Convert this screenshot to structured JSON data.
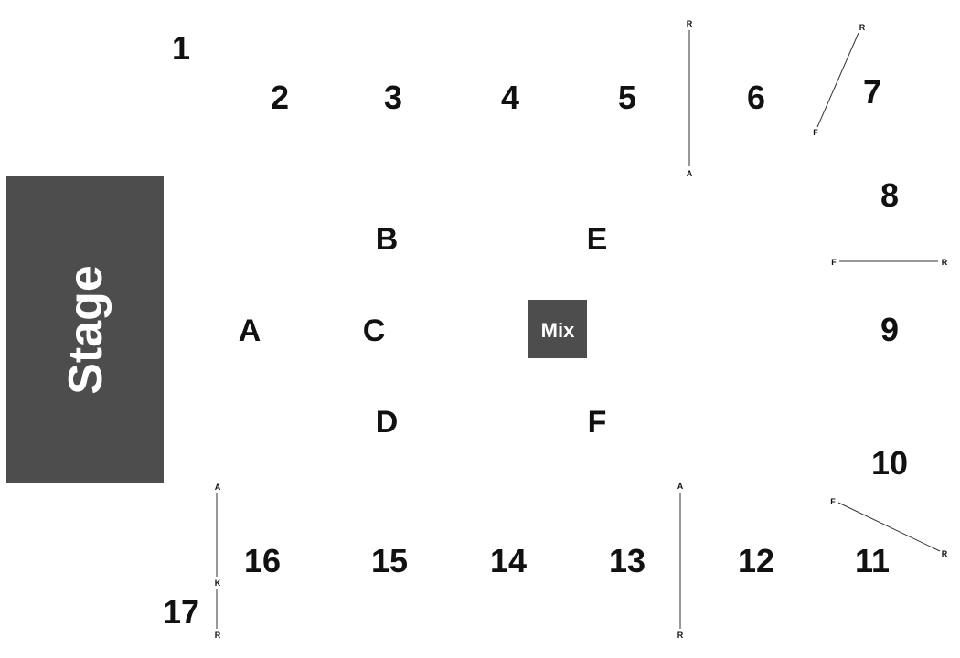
{
  "colors": {
    "block": "#4d4d4d",
    "block_text": "#ffffff",
    "text": "#111111",
    "line": "#333333"
  },
  "stage": {
    "label": "Stage"
  },
  "mix": {
    "label": "Mix"
  },
  "zones": {
    "perimeter": [
      "1",
      "2",
      "3",
      "4",
      "5",
      "6",
      "7",
      "8",
      "9",
      "10",
      "11",
      "12",
      "13",
      "14",
      "15",
      "16",
      "17"
    ],
    "center": [
      "A",
      "B",
      "C",
      "D",
      "E",
      "F"
    ]
  },
  "dividers": [
    {
      "name": "divider-5-6",
      "ends": [
        "R",
        "A"
      ]
    },
    {
      "name": "divider-6-7",
      "ends": [
        "R",
        "F"
      ]
    },
    {
      "name": "divider-8-9",
      "ends": [
        "F",
        "R"
      ]
    },
    {
      "name": "divider-10-11",
      "ends": [
        "F",
        "R"
      ]
    },
    {
      "name": "divider-12-13",
      "ends": [
        "A",
        "R"
      ]
    },
    {
      "name": "divider-16-17",
      "ends": [
        "A",
        "K",
        "R"
      ]
    }
  ]
}
